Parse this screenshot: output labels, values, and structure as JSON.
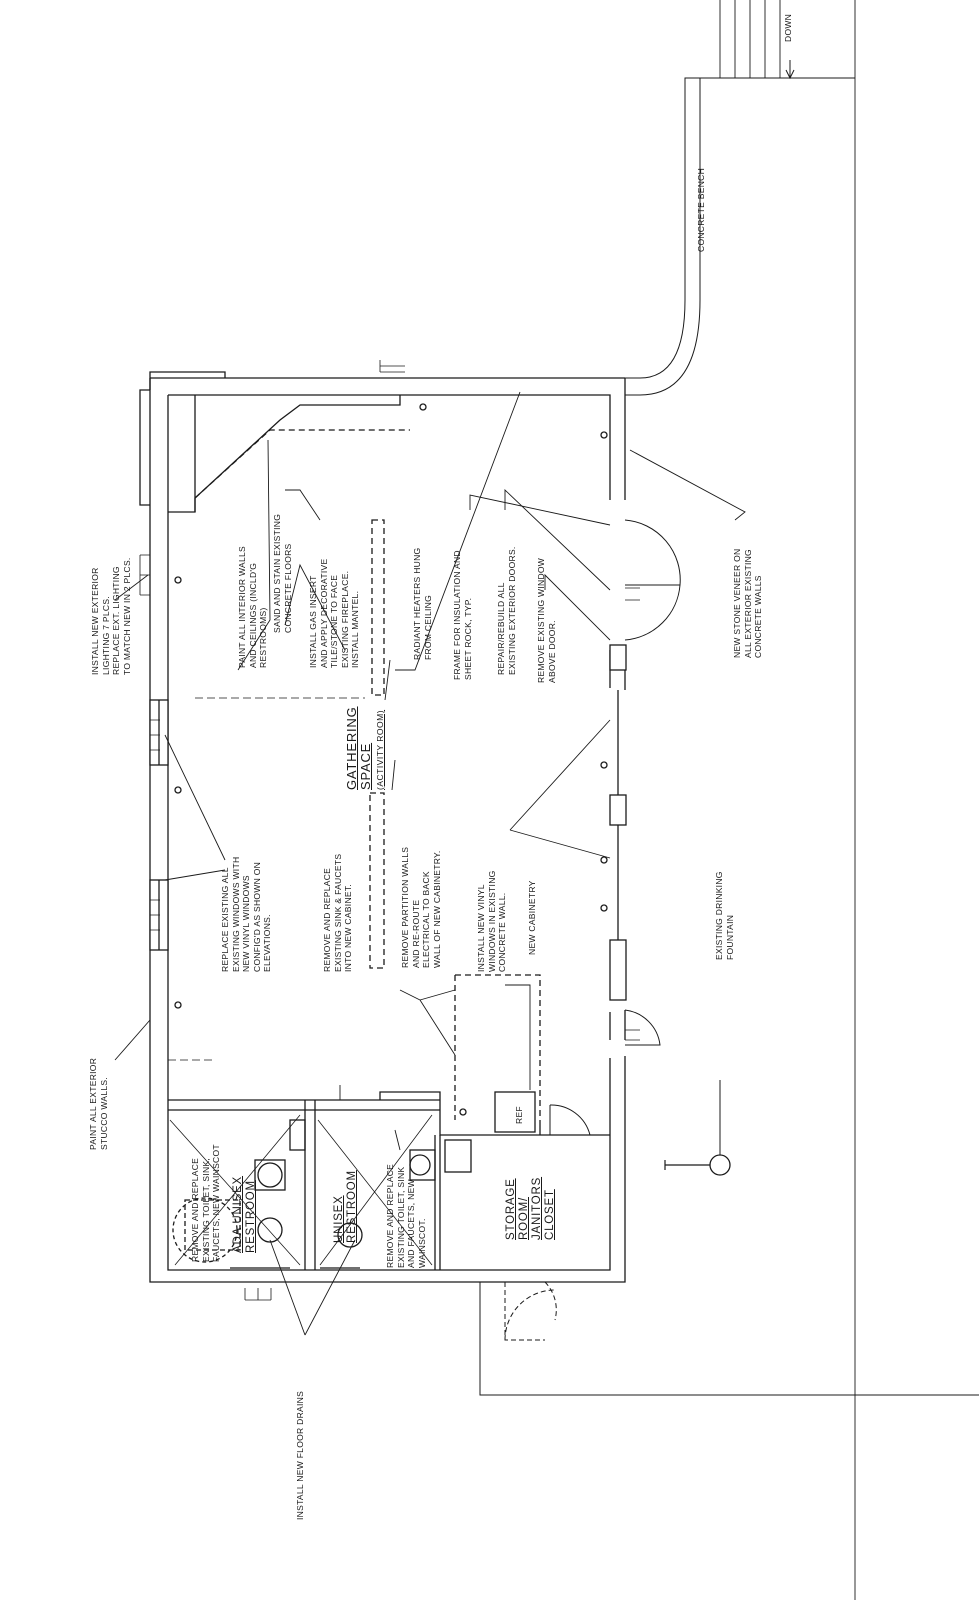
{
  "notes": {
    "exterior_lighting": [
      "INSTALL NEW EXTERIOR",
      "LIGHTING 7 PLCS.",
      "REPLACE EXT. LIGHTING",
      "TO MATCH NEW IN 2 PLCS."
    ],
    "paint_interior": [
      "PAINT ALL INTERIOR WALLS",
      "AND CEILINGS (INCLD'G",
      "RESTROOMS)"
    ],
    "sand_stain": [
      "SAND AND STAIN EXISTING",
      "CONCRETE FLOORS"
    ],
    "gas_insert": [
      "INSTALL GAS INSERT",
      "AND APPLY DECORATIVE",
      "TILE/STONE TO FACE",
      "EXISTING FIREPLACE.",
      "INSTALL MANTEL."
    ],
    "radiant_heaters": [
      "RADIANT HEATERS HUNG",
      "FROM CEILING"
    ],
    "frame_insulation": [
      "FRAME FOR INSULATION AND",
      "SHEET ROCK, TYP."
    ],
    "repair_doors": [
      "REPAIR/REBUILD ALL",
      "EXISTING EXTERIOR DOORS."
    ],
    "remove_window": [
      "REMOVE EXISTING WINDOW",
      "ABOVE DOOR."
    ],
    "stone_veneer": [
      "NEW STONE VENEER ON",
      "ALL EXTERIOR EXISTING",
      "CONCRETE WALLS"
    ],
    "concrete_bench": "CONCRETE BENCH",
    "stair_down": "DOWN",
    "replace_windows": [
      "REPLACE EXISTING ALL",
      "EXISTING WINDOWS WITH",
      "NEW VINYL WINDOWS",
      "CONFIG'D AS SHOWN ON",
      "ELEVATIONS."
    ],
    "remove_sink": [
      "REMOVE AND REPLACE",
      "EXISTING SINK & FAUCETS",
      "INTO NEW CABINET."
    ],
    "remove_partition": [
      "REMOVE PARTITION WALLS",
      "AND RE-ROUTE",
      "ELECTRICAL TO BACK",
      "WALL OF NEW CABINETRY."
    ],
    "vinyl_windows": [
      "INSTALL NEW VINYL",
      "WINDOWS IN EXISTING",
      "CONCRETE WALL."
    ],
    "new_cabinetry": "NEW CABINETRY",
    "drinking_fountain": [
      "EXISTING DRINKING",
      "FOUNTAIN"
    ],
    "paint_exterior": [
      "PAINT ALL EXTERIOR",
      "STUCCO WALLS."
    ],
    "floor_drains": "INSTALL NEW FLOOR DRAINS",
    "ada_fixtures": [
      "REMOVE AND REPLACE",
      "EXISTING TOILET, SINK,",
      "FAUCETS, NEW WAINSCOT"
    ],
    "unisex_fixtures": [
      "REMOVE AND REPLACE",
      "EXISTING TOILET, SINK",
      "AND FAUCETS, NEW",
      "WAINSCOT."
    ],
    "ref": "REF"
  },
  "rooms": {
    "gathering": "GATHERING",
    "space": "SPACE",
    "activity": "(ACTIVITY ROOM)",
    "ada_1": "ADA UNISEX",
    "ada_2": "RESTROOM",
    "unisex_1": "UNISEX",
    "unisex_2": "RESTROOM",
    "storage_1": "STORAGE",
    "storage_2": "ROOM/",
    "storage_3": "JANITORS",
    "storage_4": "CLOSET"
  }
}
